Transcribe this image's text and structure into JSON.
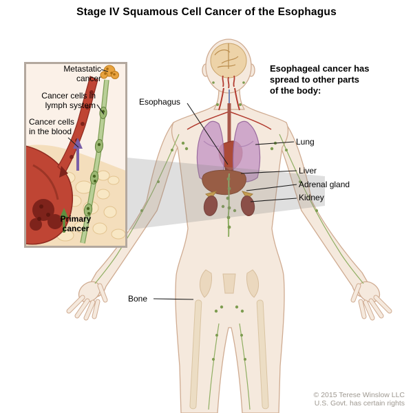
{
  "title": "Stage IV Squamous Cell Cancer of the Esophagus",
  "inset": {
    "metastatic_label": "Metastatic\ncancer",
    "lymph_label": "Cancer cells in\nlymph system",
    "blood_label": "Cancer cells\nin the blood",
    "primary_label": "Primary\ncancer"
  },
  "body": {
    "esophagus_label": "Esophagus",
    "heading": "Esophageal cancer has\nspread to other parts\nof the body:",
    "lung_label": "Lung",
    "liver_label": "Liver",
    "adrenal_label": "Adrenal gland",
    "kidney_label": "Kidney",
    "bone_label": "Bone"
  },
  "credit": {
    "line1": "© 2015 Terese Winslow LLC",
    "line2": "U.S. Govt. has certain rights"
  },
  "palette": {
    "skin": "#f5e9dd",
    "skin_outline": "#cfab91",
    "lung": "#c79ac6",
    "liver": "#9e4e2d",
    "kidney": "#8c3a30",
    "artery": "#bf4534",
    "tumor": "#7e231b",
    "lymph": "#8fae62",
    "bone": "#ecdcc2",
    "metastasis": "#e8a33f"
  }
}
